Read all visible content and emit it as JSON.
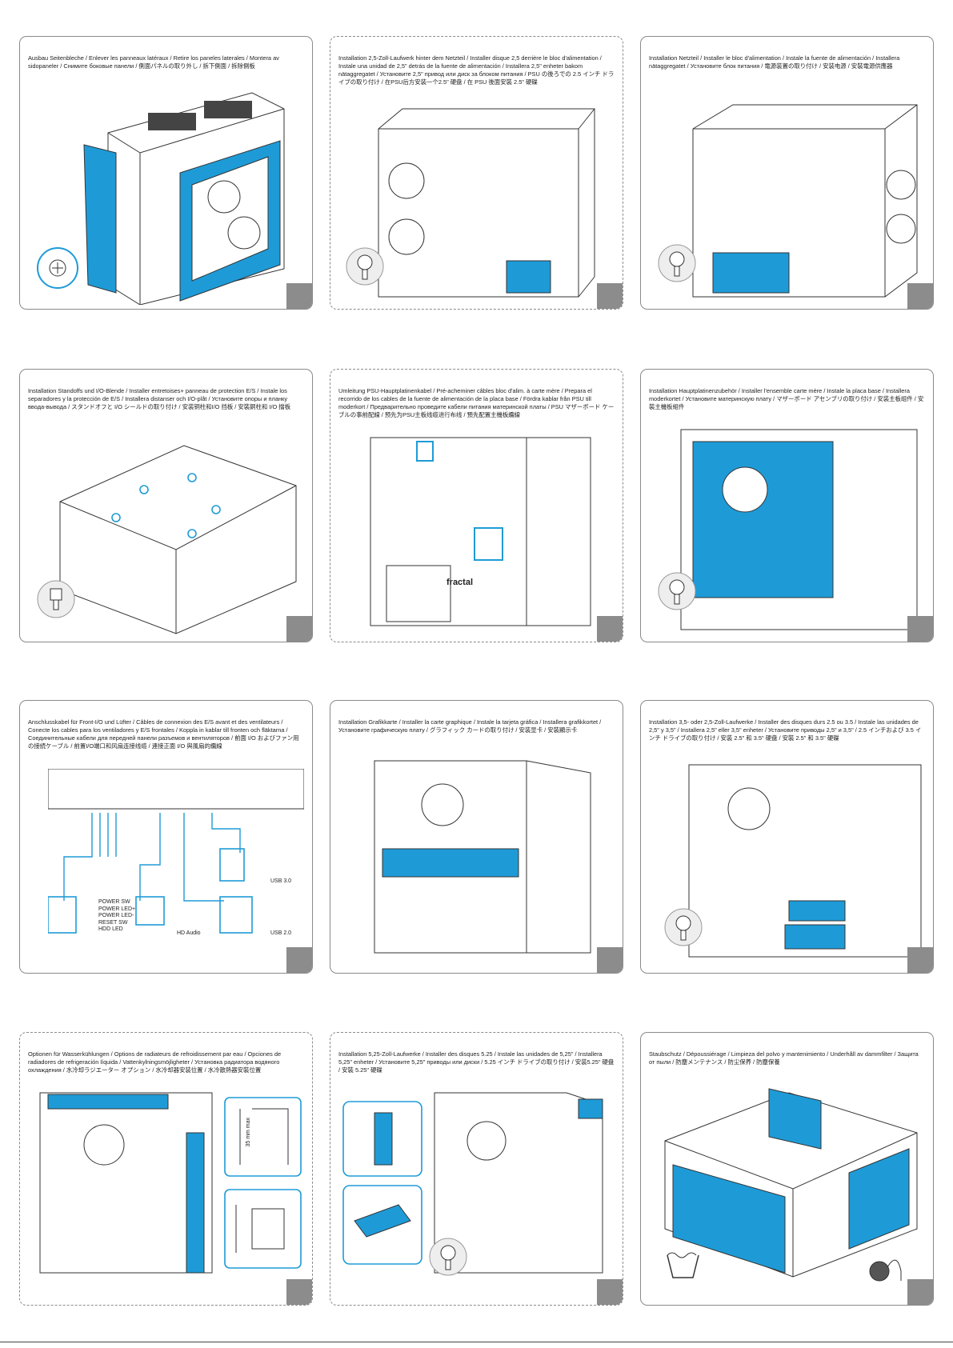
{
  "panels": [
    {
      "caption": "Ausbau Seitenbleche / Enlever les panneaux latéraux / Retire los paneles laterales / Montera av sidopaneler / Снимите боковые панели / 側面パネルの取り外し / 拆下側面 / 拆除側板"
    },
    {
      "caption": "Installation 2,5-Zoll-Laufwerk hinter dem Netzteil / Installer disque 2,5 derrière le bloc d'alimentation / Instale una unidad de 2,5\" detrás de la fuente de alimentación / Installera 2,5\" enheter bakom nätaggregatet / Установите 2,5\" привод или диск за блоком питания / PSU の後ろでの 2.5 インチ ドライブの取り付け / 在PSU后方安装一个2.5\" 硬盘 / 在 PSU 後面安裝 2.5\" 硬碟"
    },
    {
      "caption": "Installation Netzteil / Installer le bloc d'alimentation / Instale la fuente de alimentación / Installera nätaggregatet / Установите блок питания / 電源装置の取り付け / 安装电源 / 安裝電源供應器"
    },
    {
      "caption": "Installation Standoffs und I/O-Blende / Installer entretoises+ panneau de protection E/S / Instale los separadores y la protección de E/S / Installera distanser och I/O-plåt / Установите опоры и планку ввода-вывода / スタンドオフと I/O シールドの取り付け / 安装铜柱和I/O 挡板 / 安裝銅柱和 I/O 擋板"
    },
    {
      "caption": "Umleitung PSU-Hauptplatinenkabel / Pré-acheminer câbles bloc d'alim. à carte mère / Prepara el recorrido de los cables de la fuente de alimentación de la placa base / Fördra kablar från PSU till moderkort / Предварительно проведите кабели питания материнской платы / PSU マザーボード ケーブルの事前配線 / 预先为PSU主板线缆进行布线 / 預先配置主機板纜線"
    },
    {
      "caption": "Installation Hauptplatinenzubehör / Installer l'ensemble carte mère / Instale la placa base / Installera moderkortet / Установите материнскую плату / マザーボード アセンブリの取り付け / 安装主板组件 / 安裝主機板組件"
    },
    {
      "caption": "Anschlusskabel für Front-I/O und Lüfter / Câbles de connexion des E/S avant et des ventilateurs / Conecte los cables para los ventiladores y E/S frontales / Koppla in kablar till fronten och fläktarna / Соединительные кабели для передней панели разъемов и вентиляторов / 前面 I/O およびファン用の接続ケーブル / 前置I/O端口和风扇连接线缆 / 連接正面 I/O 與風扇的纜線"
    },
    {
      "caption": "Installation Grafikkarte / Installer la carte graphique / Instale la tarjeta gráfica / Installera grafikkortet / Установите графическую плату / グラフィック カードの取り付け / 安装显卡 / 安裝顯示卡"
    },
    {
      "caption": "Installation 3,5- oder 2,5-Zoll-Laufwerke / Installer des disques durs 2.5 ou 3.5 / Instale las unidades de 2,5\" y 3,5\" / Installera 2,5\" eller 3,5\" enheter / Установите приводы 2,5\" и 3,5\" / 2.5 インチおよび 3.5 インチ ドライブの取り付け / 安装 2.5\" 和 3.5\" 硬盘 / 安裝 2.5\" 和 3.5\" 硬碟"
    },
    {
      "caption": "Optionen für Wasserkühlungen / Options de radiateurs de refroidissement par eau / Opciones de radiadores de refrigeración líquida / Vattenkylningsmöjligheter / Установка радиатора водяного охлаждения / 水冷却ラジエーター オプション / 水冷却器安装位置 / 水冷散熱器安裝位置"
    },
    {
      "caption": "Installation 5,25-Zoll-Laufwerke / Installer des disques 5.25 / Instale las unidades de 5,25\" / Installera 5,25\" enheter / Установите 5,25\" приводы или диски / 5.25 インチ ドライブの取り付け / 安装5.25\" 硬盘 / 安裝 5.25\" 硬碟"
    },
    {
      "caption": "Staubschutz / Dépoussiérage / Limpieza del polvo y mantenimiento / Underhåll av dammfilter / Защита от пыли / 防塵メンテナンス / 防尘保养 / 防塵保養"
    }
  ],
  "io_labels": {
    "front_panel": "POWER SW\nPOWER LED+\nPOWER LED-\nRESET SW\nHDD LED",
    "hd_audio": "HD Audio",
    "usb3": "USB 3.0",
    "usb2": "USB 2.0"
  },
  "brand_logo": "fractal",
  "radiator_dim": "35 mm max",
  "colors": {
    "accent": "#1e9bd7",
    "frame": "#8a8a8a",
    "step_tab": "#8c8c8c"
  }
}
